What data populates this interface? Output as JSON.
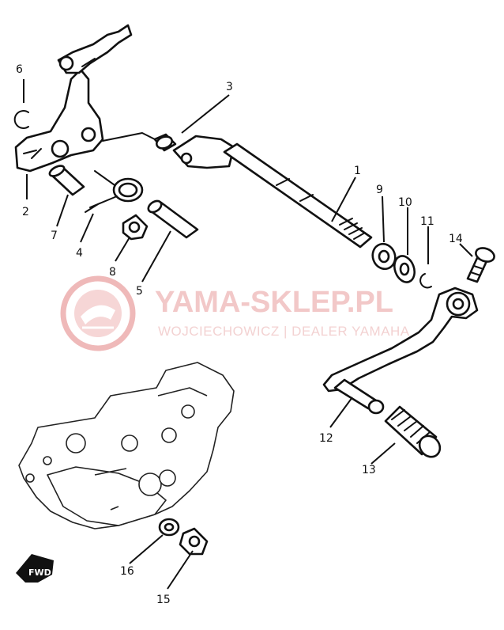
{
  "watermark": {
    "title": "YAMA-SKLEP.PL",
    "subtitle": "WOJCIECHOWICZ | DEALER YAMAHA",
    "color": "#e8a4a4"
  },
  "fwd_label": "FWD",
  "callouts": {
    "c1": "1",
    "c2": "2",
    "c3": "3",
    "c4": "4",
    "c5": "5",
    "c6": "6",
    "c7": "7",
    "c8": "8",
    "c9": "9",
    "c10": "10",
    "c11": "11",
    "c12": "12",
    "c13": "13",
    "c14": "14",
    "c15": "15",
    "c16": "16"
  }
}
